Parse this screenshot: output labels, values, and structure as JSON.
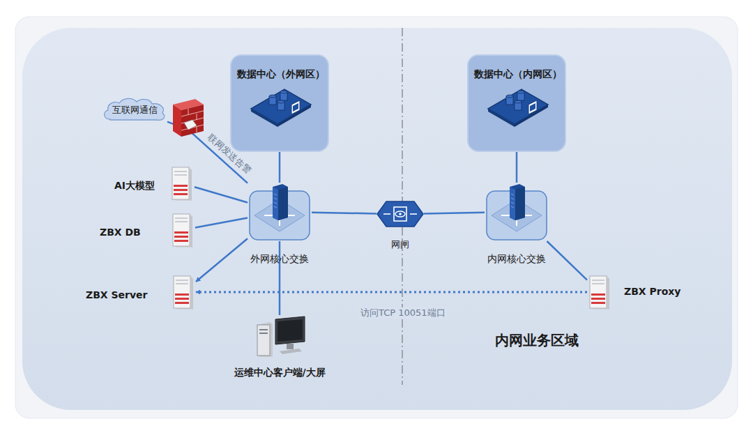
{
  "diagram": {
    "nodes": [
      {
        "text": [
          "数据中心（外网区）"
        ]
      },
      {
        "text": [
          "数据中心（内网区）"
        ]
      },
      {
        "text": [
          "互联网通信"
        ]
      },
      {
        "text": [
          "AI大模型"
        ]
      },
      {
        "text": [
          "ZBX DB"
        ]
      },
      {
        "text": [
          "ZBX Server"
        ]
      },
      {
        "text": [
          "外网核心交换"
        ]
      },
      {
        "text": [
          "网闸"
        ]
      },
      {
        "text": [
          "内网核心交换"
        ]
      },
      {
        "text": [
          "ZBX Proxy"
        ]
      },
      {
        "text": [
          "运维中心客户端/大屏"
        ]
      }
    ],
    "edges": [
      {
        "from": 0,
        "to": 6,
        "arrow": "none"
      },
      {
        "from": 1,
        "to": 8,
        "arrow": "none"
      },
      {
        "from": 6,
        "to": 2,
        "arrow": "none",
        "label": "联网发送告警"
      },
      {
        "from": 3,
        "to": 6,
        "arrow": "none"
      },
      {
        "from": 4,
        "to": 6,
        "arrow": "none"
      },
      {
        "from": 6,
        "to": 5,
        "arrow": "to"
      },
      {
        "from": 6,
        "to": 10,
        "arrow": "none"
      },
      {
        "from": 6,
        "to": 7,
        "arrow": "none"
      },
      {
        "from": 7,
        "to": 8,
        "arrow": "none"
      },
      {
        "from": 8,
        "to": 9,
        "arrow": "none"
      },
      {
        "from": 9,
        "to": 5,
        "arrow": "to",
        "label": "访问TCP 10051端口"
      }
    ],
    "labels": [
      "内网业务区域"
    ]
  }
}
